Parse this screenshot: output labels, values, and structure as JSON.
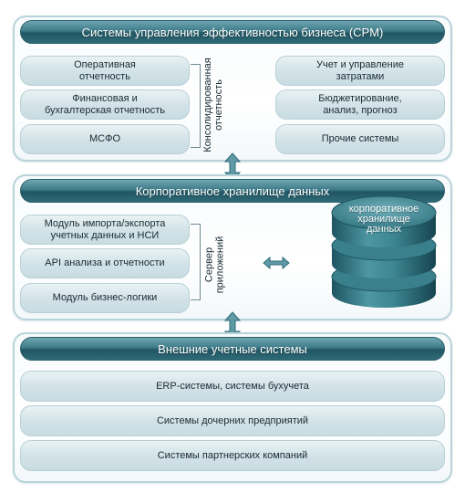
{
  "cpm": {
    "title": "Системы управления эффективностью бизнеса (CPM)",
    "left": [
      "Оперативная\nотчетность",
      "Финансовая и\nбухгалтерская отчетность",
      "МСФО"
    ],
    "group_label": "Консолидированная\nотчетность",
    "right": [
      "Учет и управление\nзатратами",
      "Бюджетирование,\nанализ, прогноз",
      "Прочие системы"
    ]
  },
  "warehouse": {
    "title": "Корпоративное хранилище данных",
    "left": [
      "Модуль импорта/экспорта\nучетных данных и НСИ",
      "API анализа и отчетности",
      "Модуль бизнес-логики"
    ],
    "group_label": "Сервер\nприложений",
    "db_label": "корпоративное\nхранилище\nданных"
  },
  "external": {
    "title": "Внешние учетные системы",
    "items": [
      "ERP-системы, системы бухучета",
      "Системы дочерних предприятий",
      "Системы партнерских компаний"
    ]
  },
  "colors": {
    "title_bar": "#2f6b78",
    "panel_border": "#b9d3da",
    "pill_fill": "#d3e3e8",
    "db_fill": "#3f8793"
  },
  "icons": {
    "vertical_connector": "double-arrow-vertical-icon",
    "horizontal_connector": "double-arrow-horizontal-icon",
    "database": "database-stack-icon"
  }
}
